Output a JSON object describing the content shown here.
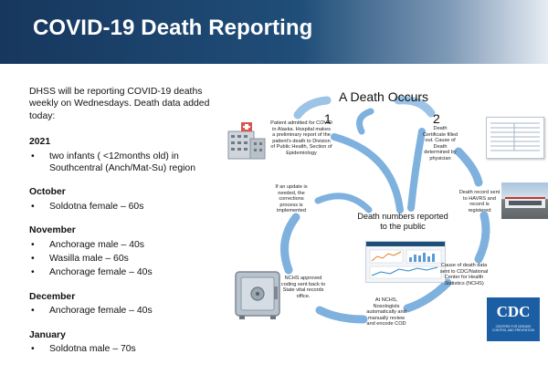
{
  "header": {
    "title": "COVID-19 Death Reporting"
  },
  "intro": "DHSS will be reporting COVID-19 deaths weekly on Wednesdays. Death data added today:",
  "sections": [
    {
      "heading": "2021",
      "items": [
        "two infants ( <12months old) in Southcentral (Anch/Mat-Su) region"
      ]
    },
    {
      "heading": "October",
      "items": [
        "Soldotna female – 60s"
      ]
    },
    {
      "heading": "November",
      "items": [
        "Anchorage male – 40s",
        "Wasilla male – 60s",
        "Anchorage female – 40s"
      ]
    },
    {
      "heading": "December",
      "items": [
        "Anchorage female – 40s"
      ]
    },
    {
      "heading": "January",
      "items": [
        "Soldotna male – 70s"
      ]
    }
  ],
  "diagram": {
    "title": "A Death Occurs",
    "step1": "1",
    "step2": "2",
    "center": "Death numbers reported to the public",
    "hospital_note": "Patient admitted for COVID in Alaska. Hospital makes a preliminary report of the patient's death to Division of Public Health, Section of Epidemiology",
    "certificate_note": "Death Certificate filled out. Cause of Death determined by physician",
    "havrs_note": "Death record sent to HAVRS and record is registered",
    "nchs_note": "Cause of death data sent to CDC/National Center for Health Statistics (NCHS)",
    "nosologists_note": "At NCHS, Nosologists automatically and manually review and encode COD",
    "approved_note": "NCHS approved coding sent back to State vital records office.",
    "update_note": "If an update is needed, the corrections process is implemented",
    "cdc_logo": "CDC",
    "cdc_tagline": "CENTERS FOR DISEASE CONTROL AND PREVENTION"
  },
  "colors": {
    "header_dark": "#17375e",
    "arrow": "#5b9bd5",
    "arrow_light": "#9dc3e6"
  }
}
